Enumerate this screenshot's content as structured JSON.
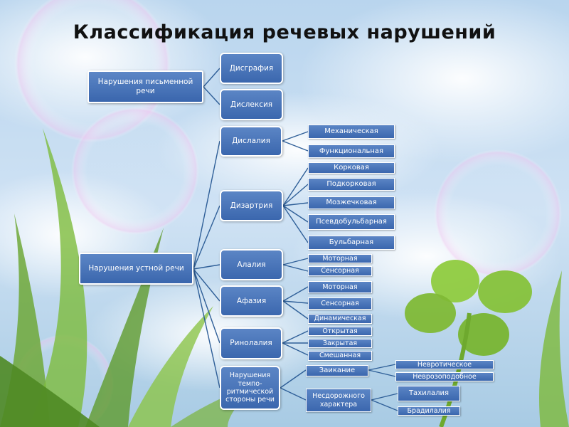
{
  "title": "Классификация речевых нарушений",
  "colors": {
    "node_fill": "#3f6bb2",
    "node_border": "#ffffff",
    "line": "#2f5f98",
    "title": "#111111"
  },
  "nodes": {
    "written": "Нарушения письменной речи",
    "oral": "Нарушения устной речи",
    "disgrafia": "Дисграфия",
    "disleksia": "Дислексия",
    "dislalia": "Дислалия",
    "dizartria": "Дизартрия",
    "alalia": "Алалия",
    "afazia": "Афазия",
    "rinolalia": "Ринолалия",
    "tempo": "Нарушения темпо-ритмической стороны речи",
    "mechanical": "Механическая",
    "functional": "Функциональная",
    "cortical": "Корковая",
    "subcortical": "Подкорковая",
    "cerebellar": "Мозжечковая",
    "pseudobulbar": "Псевдобульбарная",
    "bulbar": "Бульбарная",
    "alalia_motor": "Моторная",
    "alalia_sensor": "Сенсорная",
    "afazia_motor": "Моторная",
    "afazia_sensor": "Сенсорная",
    "afazia_dynamic": "Динамическая",
    "open": "Открытая",
    "closed": "Закрытая",
    "mixed": "Смешанная",
    "stutter": "Заикание",
    "neurotic": "Невротическое",
    "neurosis_like": "Неврозоподобное",
    "hasty": "Несдорожного характера",
    "tachylalia": "Тахилалия",
    "bradylalia": "Брадилалия"
  }
}
